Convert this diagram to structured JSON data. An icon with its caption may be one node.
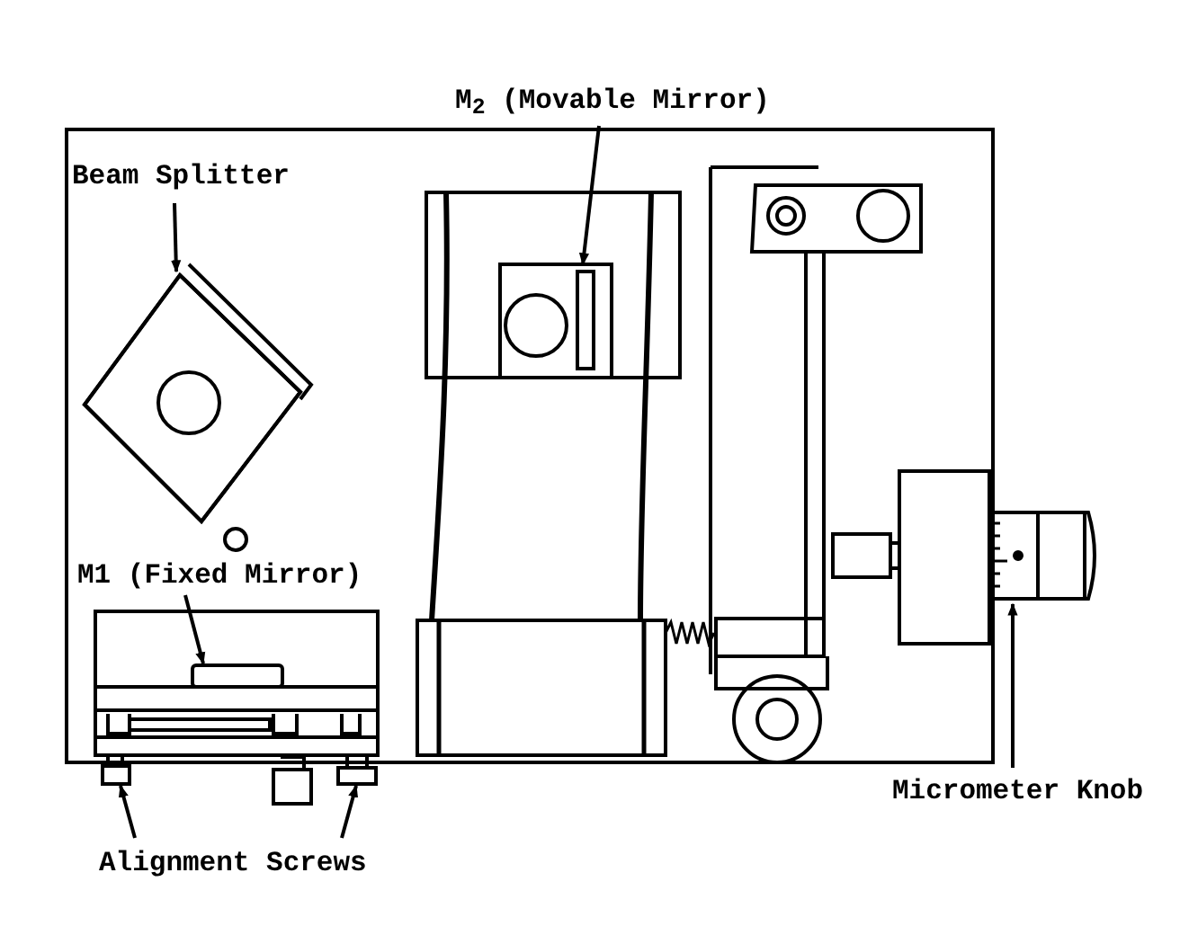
{
  "diagram": {
    "nodes": [
      {
        "text": [
          "M$_{2}$ (Movable Mirror)"
        ]
      },
      {
        "text": [
          "Beam Splitter"
        ]
      },
      {
        "text": [],
        "shape": "diamond"
      },
      {
        "text": [],
        "shape": "box"
      },
      {
        "text": [
          "M1 (Fixed Mirror)"
        ]
      },
      {
        "text": [],
        "shape": "bar"
      },
      {
        "text": [
          "Alignment Screws"
        ]
      },
      {
        "text": [],
        "shape": "box"
      },
      {
        "text": [],
        "shape": "box"
      },
      {
        "text": [
          "Micrometer Knob"
        ]
      },
      {
        "text": [],
        "shape": "cylinder"
      }
    ],
    "edges": [
      {
        "from": 0,
        "to": 3,
        "arrow": "to"
      },
      {
        "from": 1,
        "to": 2,
        "arrow": "to"
      },
      {
        "from": 4,
        "to": 5,
        "arrow": "to"
      },
      {
        "from": 6,
        "to": 7,
        "arrow": "to"
      },
      {
        "from": 6,
        "to": 8,
        "arrow": "to"
      },
      {
        "from": 9,
        "to": 10,
        "arrow": "to"
      }
    ]
  }
}
